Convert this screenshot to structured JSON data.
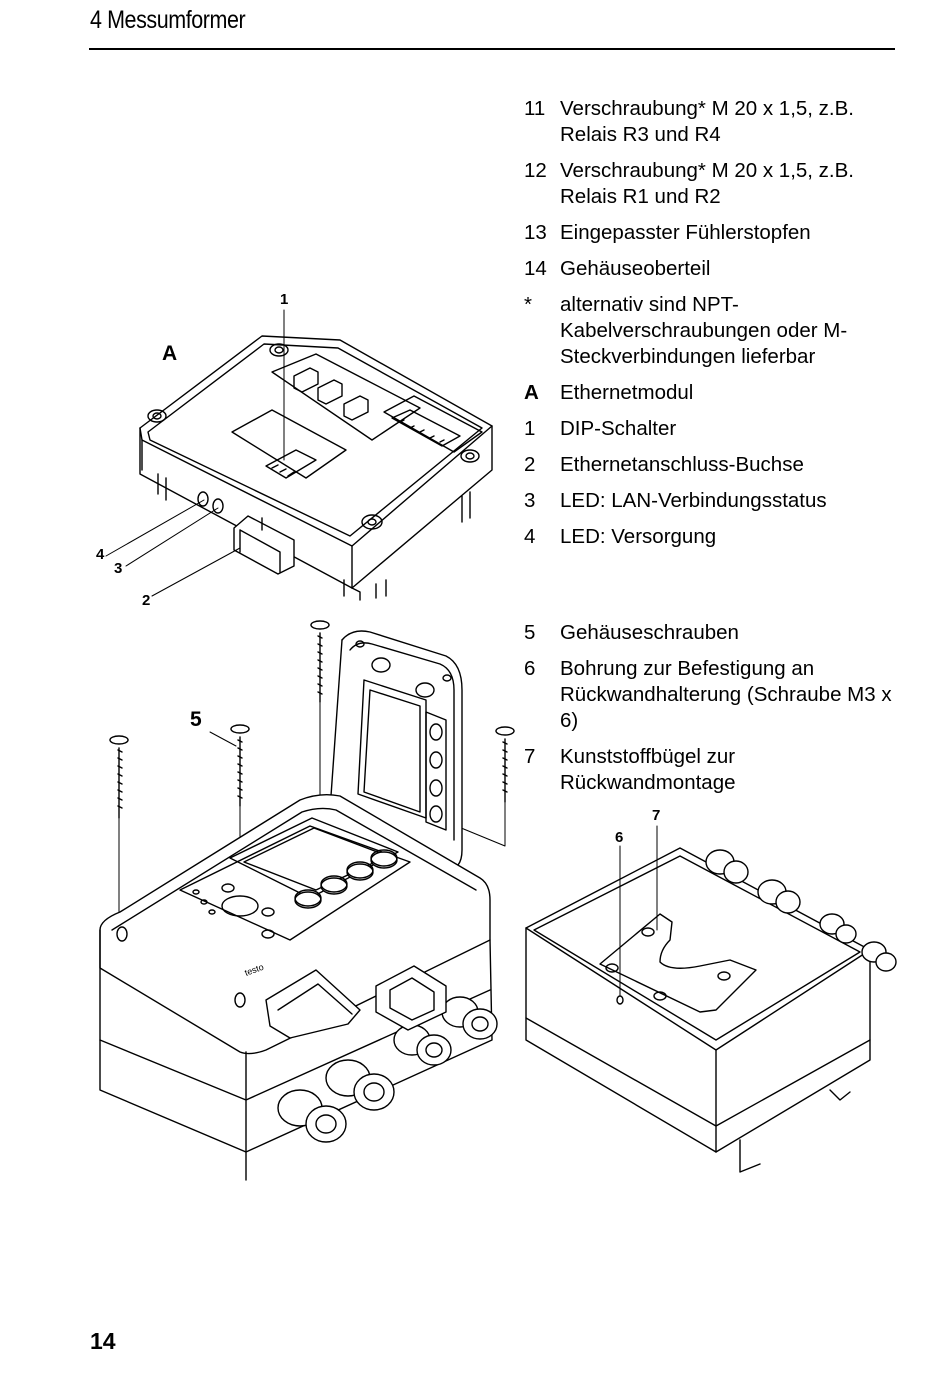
{
  "header": {
    "title": "4 Messumformer"
  },
  "legend_top": [
    {
      "num": "11",
      "text": "Verschraubung* M 20 x 1,5, z.B. Relais R3 und R4"
    },
    {
      "num": "12",
      "text": "Verschraubung* M 20 x 1,5, z.B. Relais R1 und R2"
    },
    {
      "num": "13",
      "text": "Eingepasster Fühlerstopfen"
    },
    {
      "num": "14",
      "text": "Gehäuseoberteil"
    },
    {
      "num": "*",
      "text": "alternativ sind NPT-Kabelverschraubungen oder M-Steckverbindungen lieferbar"
    },
    {
      "num": "A",
      "text": "Ethernetmodul",
      "bold": true
    },
    {
      "num": "1",
      "text": "DIP-Schalter"
    },
    {
      "num": "2",
      "text": "Ethernetanschluss-Buchse"
    },
    {
      "num": "3",
      "text": "LED: LAN-Verbindungsstatus"
    },
    {
      "num": "4",
      "text": "LED: Versorgung"
    }
  ],
  "legend_bottom": [
    {
      "num": "5",
      "text": "Gehäuseschrauben"
    },
    {
      "num": "6",
      "text": "Bohrung zur Befestigung an Rückwandhalterung (Schraube M3 x 6)"
    },
    {
      "num": "7",
      "text": "Kunststoffbügel zur Rückwandmontage"
    }
  ],
  "callouts": {
    "a": "A",
    "c1": "1",
    "c2": "2",
    "c3": "3",
    "c4": "4",
    "c5": "5",
    "c6": "6",
    "c7": "7"
  },
  "device_brand": "testo",
  "page_number": "14"
}
